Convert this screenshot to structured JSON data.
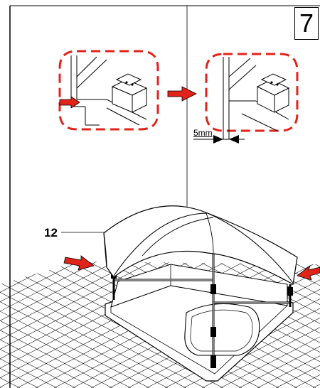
{
  "step": {
    "number": "7"
  },
  "labels": {
    "part_number": "12",
    "gap": "5mm"
  },
  "colors": {
    "line": "#000000",
    "accent": "#e2231a",
    "floor": "#000000",
    "background": "#ffffff"
  },
  "icons": {
    "push_arrows": "red-arrow-icon",
    "gap_marker": "dimension-arrow-icon"
  }
}
